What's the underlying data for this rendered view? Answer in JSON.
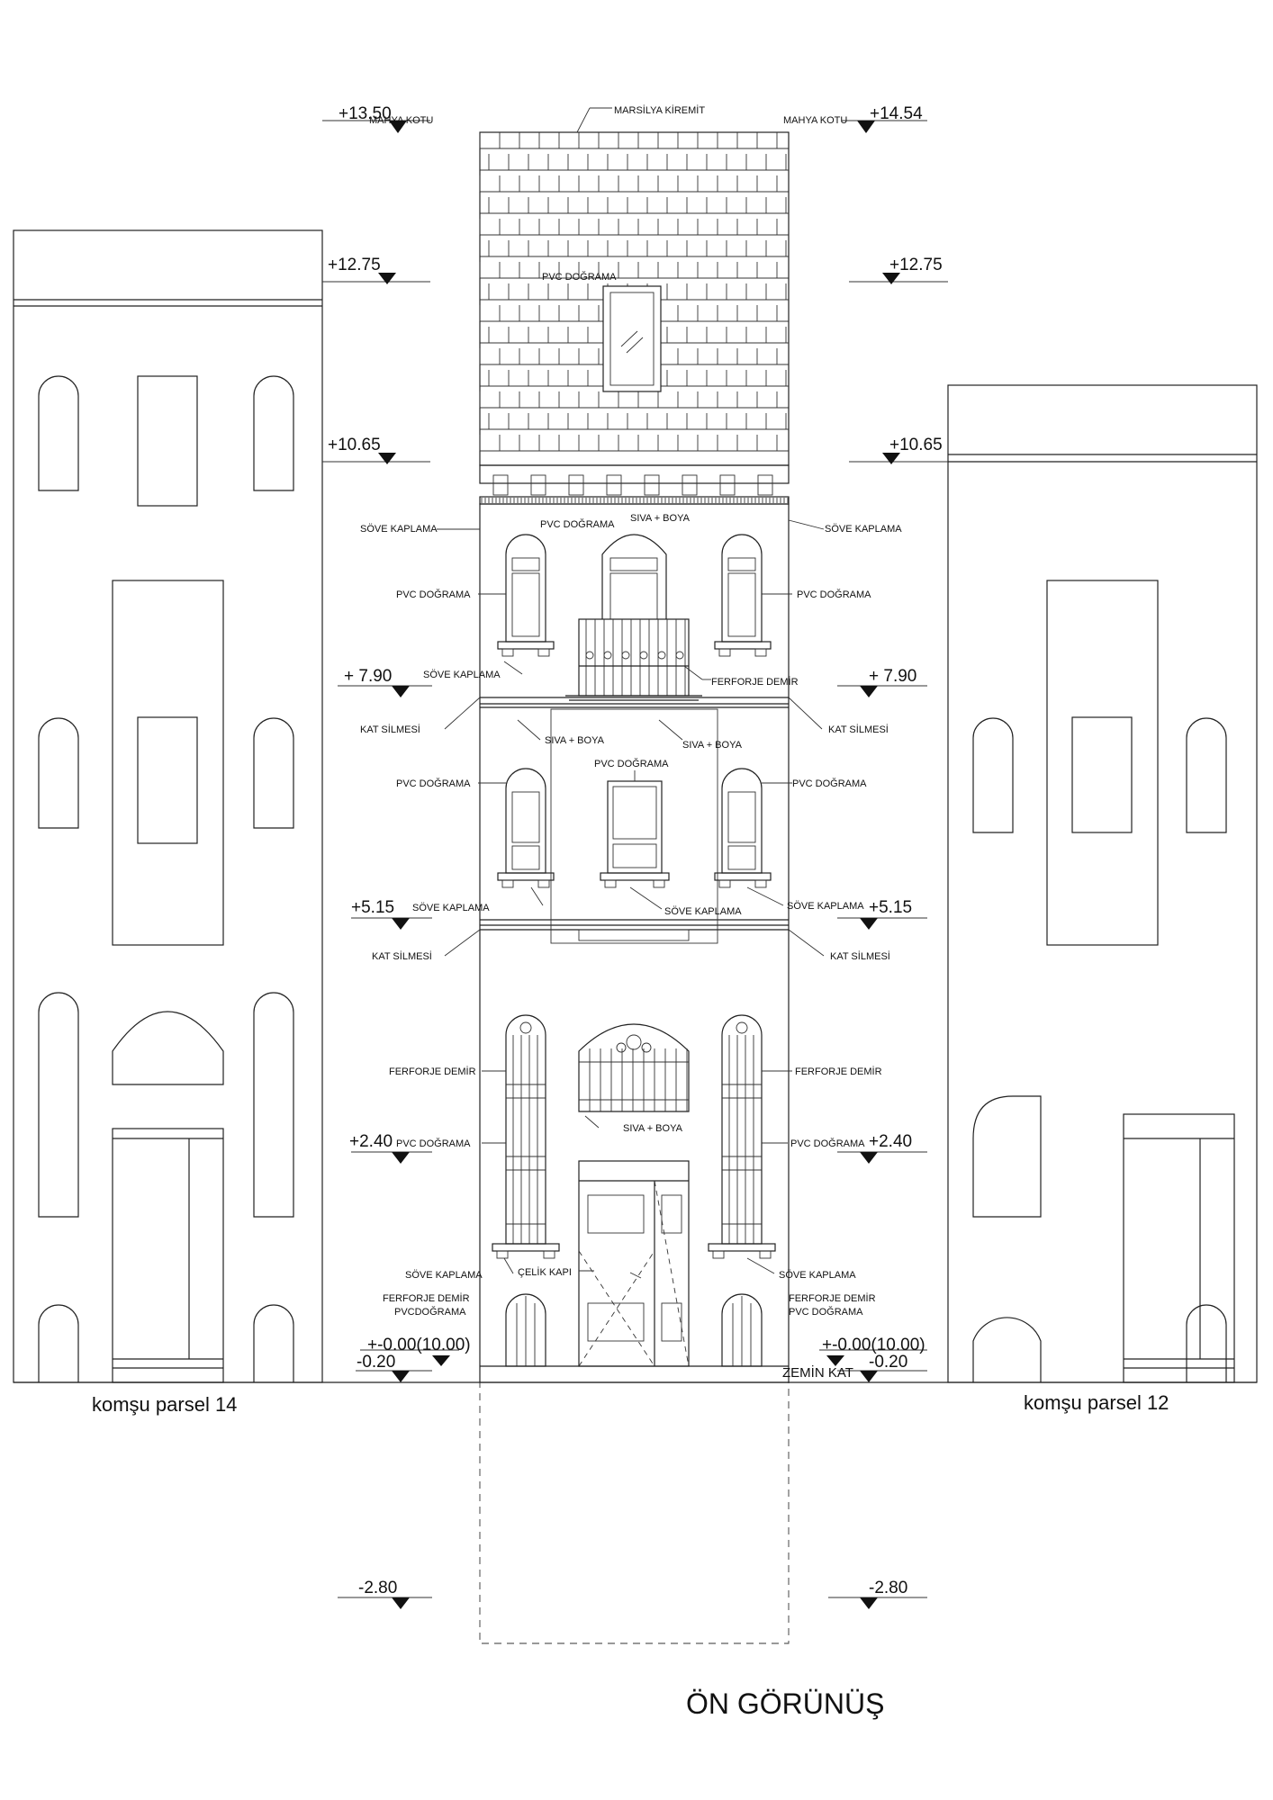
{
  "drawing_title": "ÖN GÖRÜNÜŞ",
  "neighbors": {
    "left": "komşu parsel 14",
    "right": "komşu parsel 12"
  },
  "levels": [
    {
      "id": "l1",
      "text": "+13.50",
      "side": "left",
      "note": "MAHYA KOTU"
    },
    {
      "id": "r1",
      "text": "+14.54",
      "side": "right",
      "note": "MAHYA KOTU"
    },
    {
      "id": "l2",
      "text": "+12.75",
      "side": "left"
    },
    {
      "id": "r2",
      "text": "+12.75",
      "side": "right"
    },
    {
      "id": "l3",
      "text": "+10.65",
      "side": "left"
    },
    {
      "id": "r3",
      "text": "+10.65",
      "side": "right"
    },
    {
      "id": "l4",
      "text": "+ 7.90",
      "side": "left"
    },
    {
      "id": "r4",
      "text": "+ 7.90",
      "side": "right"
    },
    {
      "id": "l5",
      "text": "+5.15",
      "side": "left"
    },
    {
      "id": "r5",
      "text": "+5.15",
      "side": "right"
    },
    {
      "id": "l6",
      "text": "+2.40",
      "side": "left"
    },
    {
      "id": "r6",
      "text": "+2.40",
      "side": "right"
    },
    {
      "id": "l7",
      "text": "+-0.00(10.00)",
      "side": "left"
    },
    {
      "id": "r7",
      "text": "+-0.00(10.00)",
      "side": "right"
    },
    {
      "id": "l8",
      "text": "-0.20",
      "side": "left"
    },
    {
      "id": "r8",
      "text": "-0.20",
      "side": "right"
    },
    {
      "id": "l9",
      "text": "-2.80",
      "side": "left"
    },
    {
      "id": "r9",
      "text": "-2.80",
      "side": "right"
    }
  ],
  "annotations": [
    "MARSİLYA KİREMİT",
    "PVC DOĞRAMA",
    "SÖVE KAPLAMA",
    "SÖVE KAPLAMA",
    "PVC DOĞRAMA",
    "SIVA + BOYA",
    "PVC DOĞRAMA",
    "PVC DOĞRAMA",
    "SÖVE KAPLAMA",
    "FERFORJE DEMİR",
    "KAT SİLMESİ",
    "KAT SİLMESİ",
    "SIVA + BOYA",
    "SIVA + BOYA",
    "PVC DOĞRAMA",
    "PVC DOĞRAMA",
    "PVC DOĞRAMA",
    "SÖVE KAPLAMA",
    "SÖVE KAPLAMA",
    "SÖVE KAPLAMA",
    "KAT SİLMESİ",
    "KAT SİLMESİ",
    "FERFORJE DEMİR",
    "FERFORJE DEMİR",
    "SIVA + BOYA",
    "PVC DOĞRAMA",
    "PVC DOĞRAMA",
    "SÖVE KAPLAMA",
    "ÇELİK KAPI",
    "SÖVE KAPLAMA",
    "FERFORJE DEMİR",
    "PVCDOĞRAMA",
    "FERFORJE DEMİR",
    "PVC DOĞRAMA",
    "ZEMİN KAT"
  ]
}
